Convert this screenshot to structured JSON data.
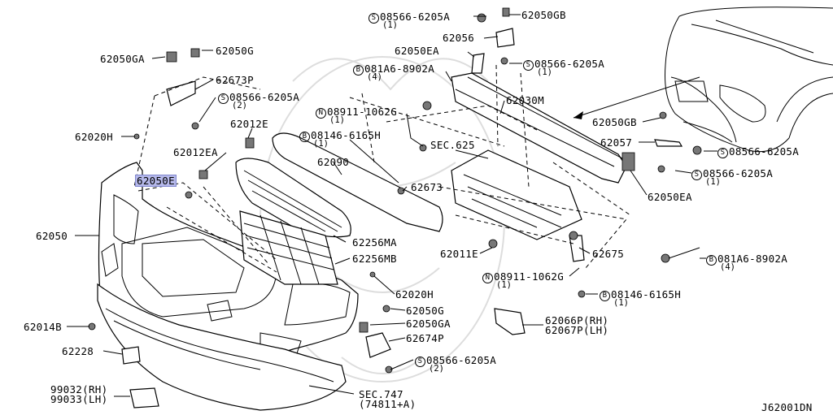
{
  "diagram_id": "J62001DN",
  "labels": {
    "p62050GA_a": "62050GA",
    "p62050G_a": "62050G",
    "p62673P": "62673P",
    "s08566_a": "08566-6205A",
    "s08566_a_qty": "(2)",
    "p62020H_a": "62020H",
    "p62012E": "62012E",
    "p62012EA": "62012EA",
    "p62050E": "62050E",
    "p62050": "62050",
    "p62014B": "62014B",
    "p62228": "62228",
    "p99032": "99032(RH)",
    "p99033": "99033(LH)",
    "s08566_top": "08566-6205A",
    "s08566_top_qty": "(1)",
    "p62050GB_top": "62050GB",
    "p62056": "62056",
    "p62050EA_top": "62050EA",
    "s08566_mid": "08566-6205A",
    "s08566_mid_qty": "(1)",
    "b081A6_a": "081A6-8902A",
    "b081A6_a_qty": "(4)",
    "n08911_a": "08911-1062G",
    "n08911_a_qty": "(1)",
    "b08146_a": "08146-6165H",
    "b08146_a_qty": "(1)",
    "p62090": "62090",
    "sec625": "SEC.625",
    "p62673": "62673",
    "p62030M": "62030M",
    "p62256MA": "62256MA",
    "p62256MB": "62256MB",
    "p62011E": "62011E",
    "p62020H_b": "62020H",
    "p62050G_b": "62050G",
    "p62050GA_b": "62050GA",
    "p62674P": "62674P",
    "s08566_b": "08566-6205A",
    "s08566_b_qty": "(2)",
    "sec747": "SEC.747",
    "sec747_sub": "(74811+A)",
    "p62050GB_r": "62050GB",
    "p62057": "62057",
    "s08566_r1": "08566-6205A",
    "s08566_r2": "08566-6205A",
    "s08566_r2_qty": "(1)",
    "p62050EA_r": "62050EA",
    "b081A6_b": "081A6-8902A",
    "b081A6_b_qty": "(4)",
    "p62675": "62675",
    "n08911_b": "08911-1062G",
    "n08911_b_qty": "(1)",
    "b08146_b": "08146-6165H",
    "b08146_b_qty": "(1)",
    "p62066P": "62066P(RH)",
    "p62067P": "62067P(LH)"
  },
  "symbols": {
    "screw": "S",
    "bolt": "B",
    "nut": "N"
  },
  "highlight_color": "#b6b9ea"
}
